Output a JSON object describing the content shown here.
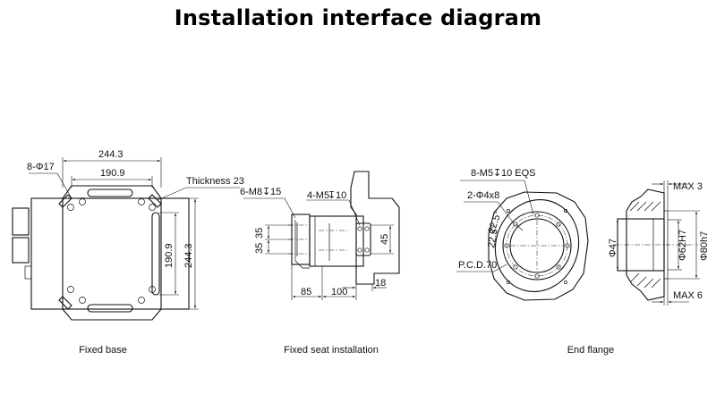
{
  "title": "Installation interface diagram",
  "captions": {
    "fixed_base": "Fixed base",
    "fixed_seat": "Fixed seat installation",
    "end_flange": "End flange"
  },
  "base_labels": {
    "holes": "8-Φ17",
    "width_outer": "244.3",
    "width_inner": "190.9",
    "thickness": "Thickness 23",
    "height_inner": "190.9",
    "height_outer": "244.3"
  },
  "seat_labels": {
    "thread_m8": "6-M8",
    "depth_m8": "15",
    "thread_m5": "4-M5",
    "depth_m5": "10",
    "vert_a": "35",
    "vert_b": "35",
    "vert_c": "45",
    "horiz_a": "85",
    "horiz_b": "100",
    "horiz_c": "18"
  },
  "flange_labels": {
    "thread": "8-M5",
    "depth_eqs": "10 EQS",
    "pins": "2-Φ4x8",
    "angle": "22.5°",
    "angle2": "22.5°",
    "pcd": "P.C.D.70",
    "max_top": "MAX 3",
    "max_bottom": "MAX 6",
    "dia_47": "Φ47",
    "dia_62": "Φ62H7",
    "dia_80": "Φ80h7"
  },
  "depth_symbol": "↧"
}
